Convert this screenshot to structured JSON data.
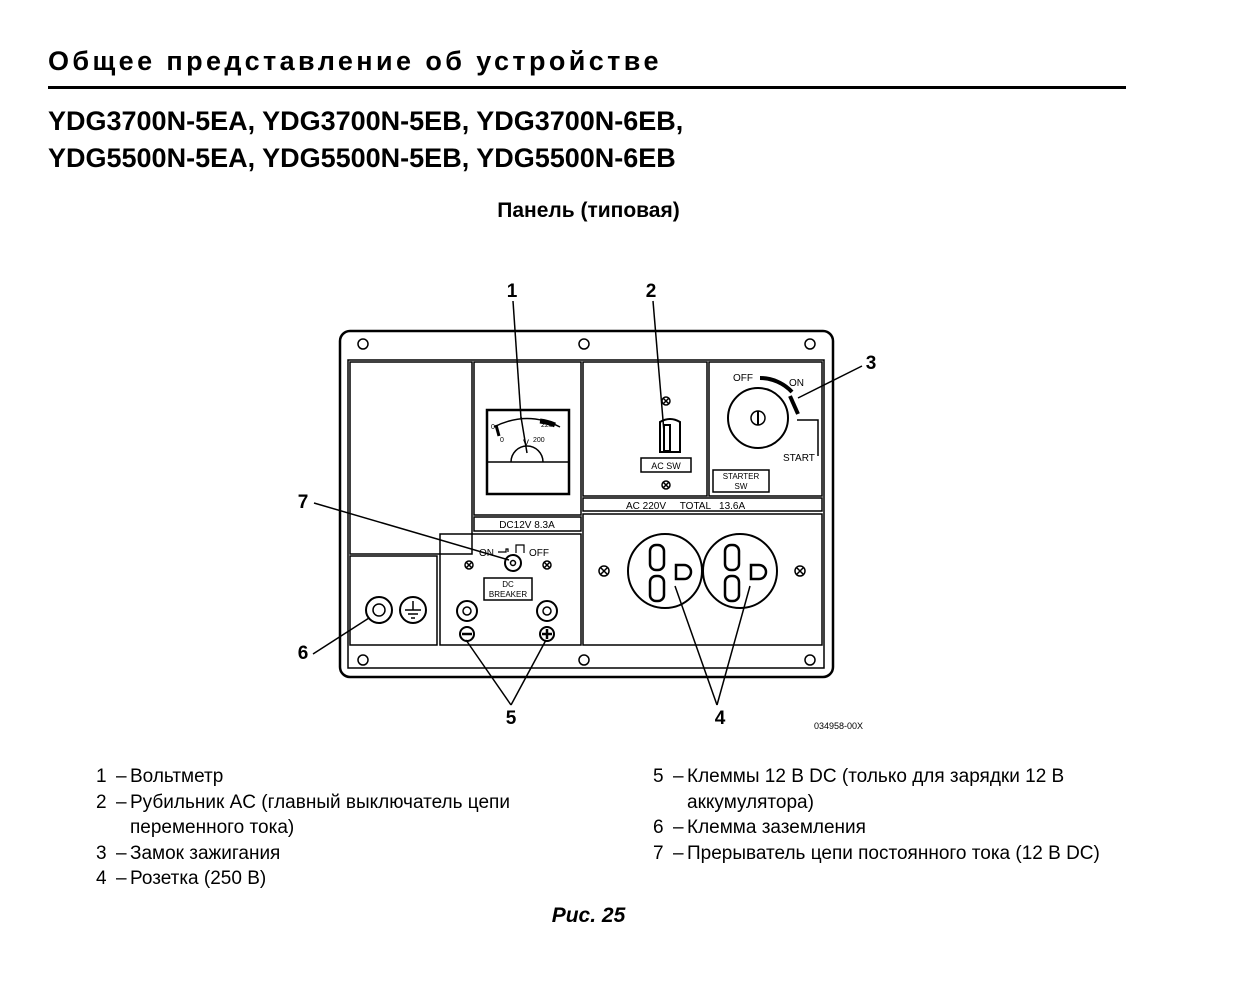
{
  "page": {
    "heading": "Общее представление об устройстве",
    "models_line1": "YDG3700N-5EA, YDG3700N-5EB, YDG3700N-6EB,",
    "models_line2": "YDG5500N-5EA, YDG5500N-5EB, YDG5500N-6EB",
    "figure_title": "Панель (типовая)",
    "caption": "Рис. 25"
  },
  "diagram": {
    "callouts": [
      "1",
      "2",
      "3",
      "4",
      "5",
      "6",
      "7"
    ],
    "panel_labels": {
      "voltmeter_scale_0": "0",
      "voltmeter_scale_200": "200",
      "voltmeter_scale_220": "220",
      "voltmeter_unit": "V",
      "ac_switch": "AC   SW",
      "key_off": "OFF",
      "key_on": "ON",
      "key_start": "START",
      "starter_sw_line1": "STARTER",
      "starter_sw_line2": "SW",
      "ac_rating": "AC 220V     TOTAL   13.6A",
      "dc_rating": "DC12V 8.3A",
      "breaker_on": "ON",
      "breaker_off": "OFF",
      "dc_breaker_line1": "DC",
      "dc_breaker_line2": "BREAKER",
      "drawing_code": "034958-00X"
    }
  },
  "legend": {
    "left": [
      {
        "num": "1",
        "text": "Вольтметр"
      },
      {
        "num": "2",
        "text": "Рубильник AC (главный выключатель цепи переменного тока)"
      },
      {
        "num": "3",
        "text": "Замок зажигания"
      },
      {
        "num": "4",
        "text": "Розетка (250 В)"
      }
    ],
    "right": [
      {
        "num": "5",
        "text": "Клеммы 12 В DC (только для зарядки 12 В аккумулятора)"
      },
      {
        "num": "6",
        "text": "Клемма заземления"
      },
      {
        "num": "7",
        "text": "Прерыватель цепи постоянного тока (12 В DC)"
      }
    ]
  }
}
